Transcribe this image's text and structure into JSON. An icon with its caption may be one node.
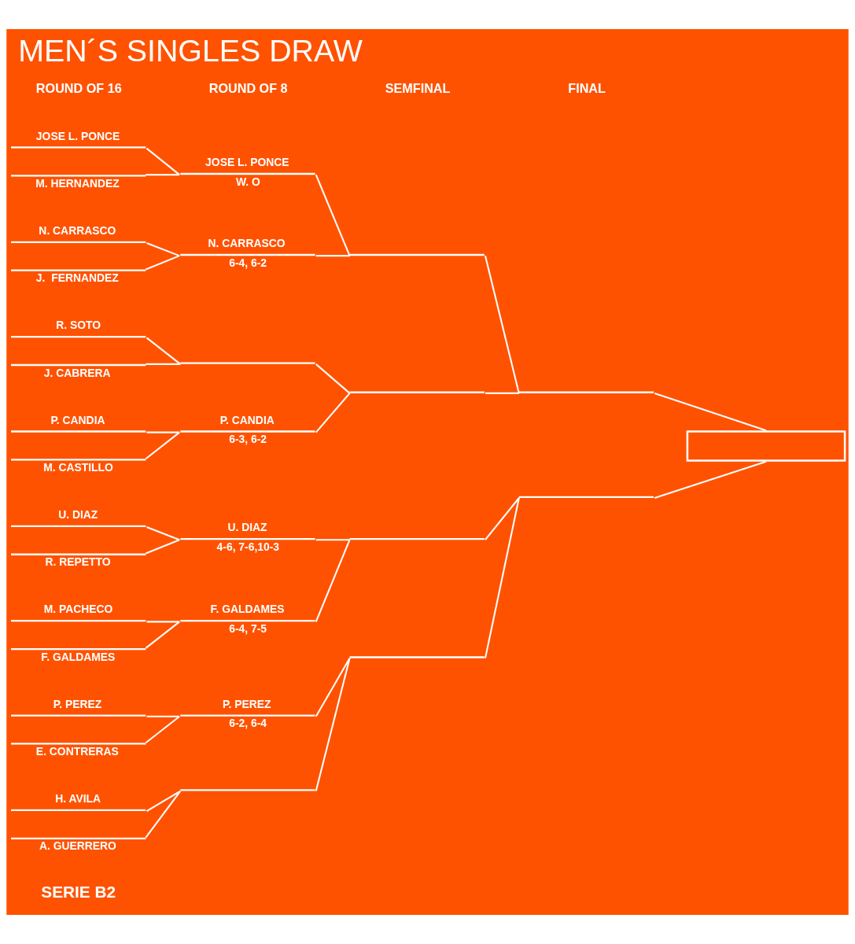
{
  "diagram": {
    "title": "MEN´S SINGLES DRAW",
    "nodes": [
      {
        "text": [
          "JOSE L. PONCE"
        ]
      },
      {
        "text": [
          "M. HERNANDEZ"
        ]
      },
      {
        "text": [
          "N. CARRASCO"
        ]
      },
      {
        "text": [
          "J.  FERNANDEZ"
        ]
      },
      {
        "text": [
          "R. SOTO"
        ]
      },
      {
        "text": [
          "J. CABRERA"
        ]
      },
      {
        "text": [
          "P. CANDIA"
        ]
      },
      {
        "text": [
          "M. CASTILLO"
        ]
      },
      {
        "text": [
          "U. DIAZ"
        ]
      },
      {
        "text": [
          "R. REPETTO"
        ]
      },
      {
        "text": [
          "M. PACHECO"
        ]
      },
      {
        "text": [
          "F. GALDAMES"
        ]
      },
      {
        "text": [
          "P. PEREZ"
        ]
      },
      {
        "text": [
          "E. CONTRERAS"
        ]
      },
      {
        "text": [
          "H. AVILA"
        ]
      },
      {
        "text": [
          "A. GUERRERO"
        ]
      },
      {
        "text": [
          "JOSE L. PONCE",
          "W. O"
        ]
      },
      {
        "text": [
          "N. CARRASCO",
          "6-4, 6-2"
        ]
      },
      {
        "text": [],
        "shape": "line"
      },
      {
        "text": [
          "P. CANDIA",
          "6-3, 6-2"
        ]
      },
      {
        "text": [
          "U. DIAZ",
          "4-6, 7-6,10-3"
        ]
      },
      {
        "text": [
          "F. GALDAMES",
          "6-4, 7-5"
        ]
      },
      {
        "text": [
          "P. PEREZ",
          "6-2, 6-4"
        ]
      },
      {
        "text": [],
        "shape": "line"
      },
      {
        "text": [],
        "shape": "line"
      },
      {
        "text": [],
        "shape": "line"
      },
      {
        "text": [],
        "shape": "line"
      },
      {
        "text": [],
        "shape": "line"
      },
      {
        "text": [],
        "shape": "line"
      },
      {
        "text": [],
        "shape": "line"
      },
      {
        "text": [],
        "shape": "box"
      }
    ],
    "edges": [
      {
        "from": 0,
        "to": 16,
        "arrow": "none"
      },
      {
        "from": 1,
        "to": 16,
        "arrow": "none"
      },
      {
        "from": 2,
        "to": 17,
        "arrow": "none"
      },
      {
        "from": 3,
        "to": 17,
        "arrow": "none"
      },
      {
        "from": 4,
        "to": 18,
        "arrow": "none"
      },
      {
        "from": 5,
        "to": 18,
        "arrow": "none"
      },
      {
        "from": 6,
        "to": 19,
        "arrow": "none"
      },
      {
        "from": 7,
        "to": 19,
        "arrow": "none"
      },
      {
        "from": 8,
        "to": 20,
        "arrow": "none"
      },
      {
        "from": 9,
        "to": 20,
        "arrow": "none"
      },
      {
        "from": 10,
        "to": 21,
        "arrow": "none"
      },
      {
        "from": 11,
        "to": 21,
        "arrow": "none"
      },
      {
        "from": 12,
        "to": 22,
        "arrow": "none"
      },
      {
        "from": 13,
        "to": 22,
        "arrow": "none"
      },
      {
        "from": 14,
        "to": 23,
        "arrow": "none"
      },
      {
        "from": 15,
        "to": 23,
        "arrow": "none"
      },
      {
        "from": 16,
        "to": 24,
        "arrow": "none"
      },
      {
        "from": 17,
        "to": 24,
        "arrow": "none"
      },
      {
        "from": 18,
        "to": 25,
        "arrow": "none"
      },
      {
        "from": 19,
        "to": 25,
        "arrow": "none"
      },
      {
        "from": 20,
        "to": 26,
        "arrow": "none"
      },
      {
        "from": 21,
        "to": 26,
        "arrow": "none"
      },
      {
        "from": 22,
        "to": 27,
        "arrow": "none"
      },
      {
        "from": 23,
        "to": 27,
        "arrow": "none"
      },
      {
        "from": 24,
        "to": 28,
        "arrow": "none"
      },
      {
        "from": 25,
        "to": 28,
        "arrow": "none"
      },
      {
        "from": 26,
        "to": 29,
        "arrow": "none"
      },
      {
        "from": 27,
        "to": 29,
        "arrow": "none"
      },
      {
        "from": 28,
        "to": 30,
        "arrow": "none"
      },
      {
        "from": 29,
        "to": 30,
        "arrow": "none"
      }
    ],
    "labels": [
      "ROUND OF 16",
      "ROUND OF 8",
      "SEMFINAL",
      "FINAL",
      "SERIE B2"
    ]
  }
}
